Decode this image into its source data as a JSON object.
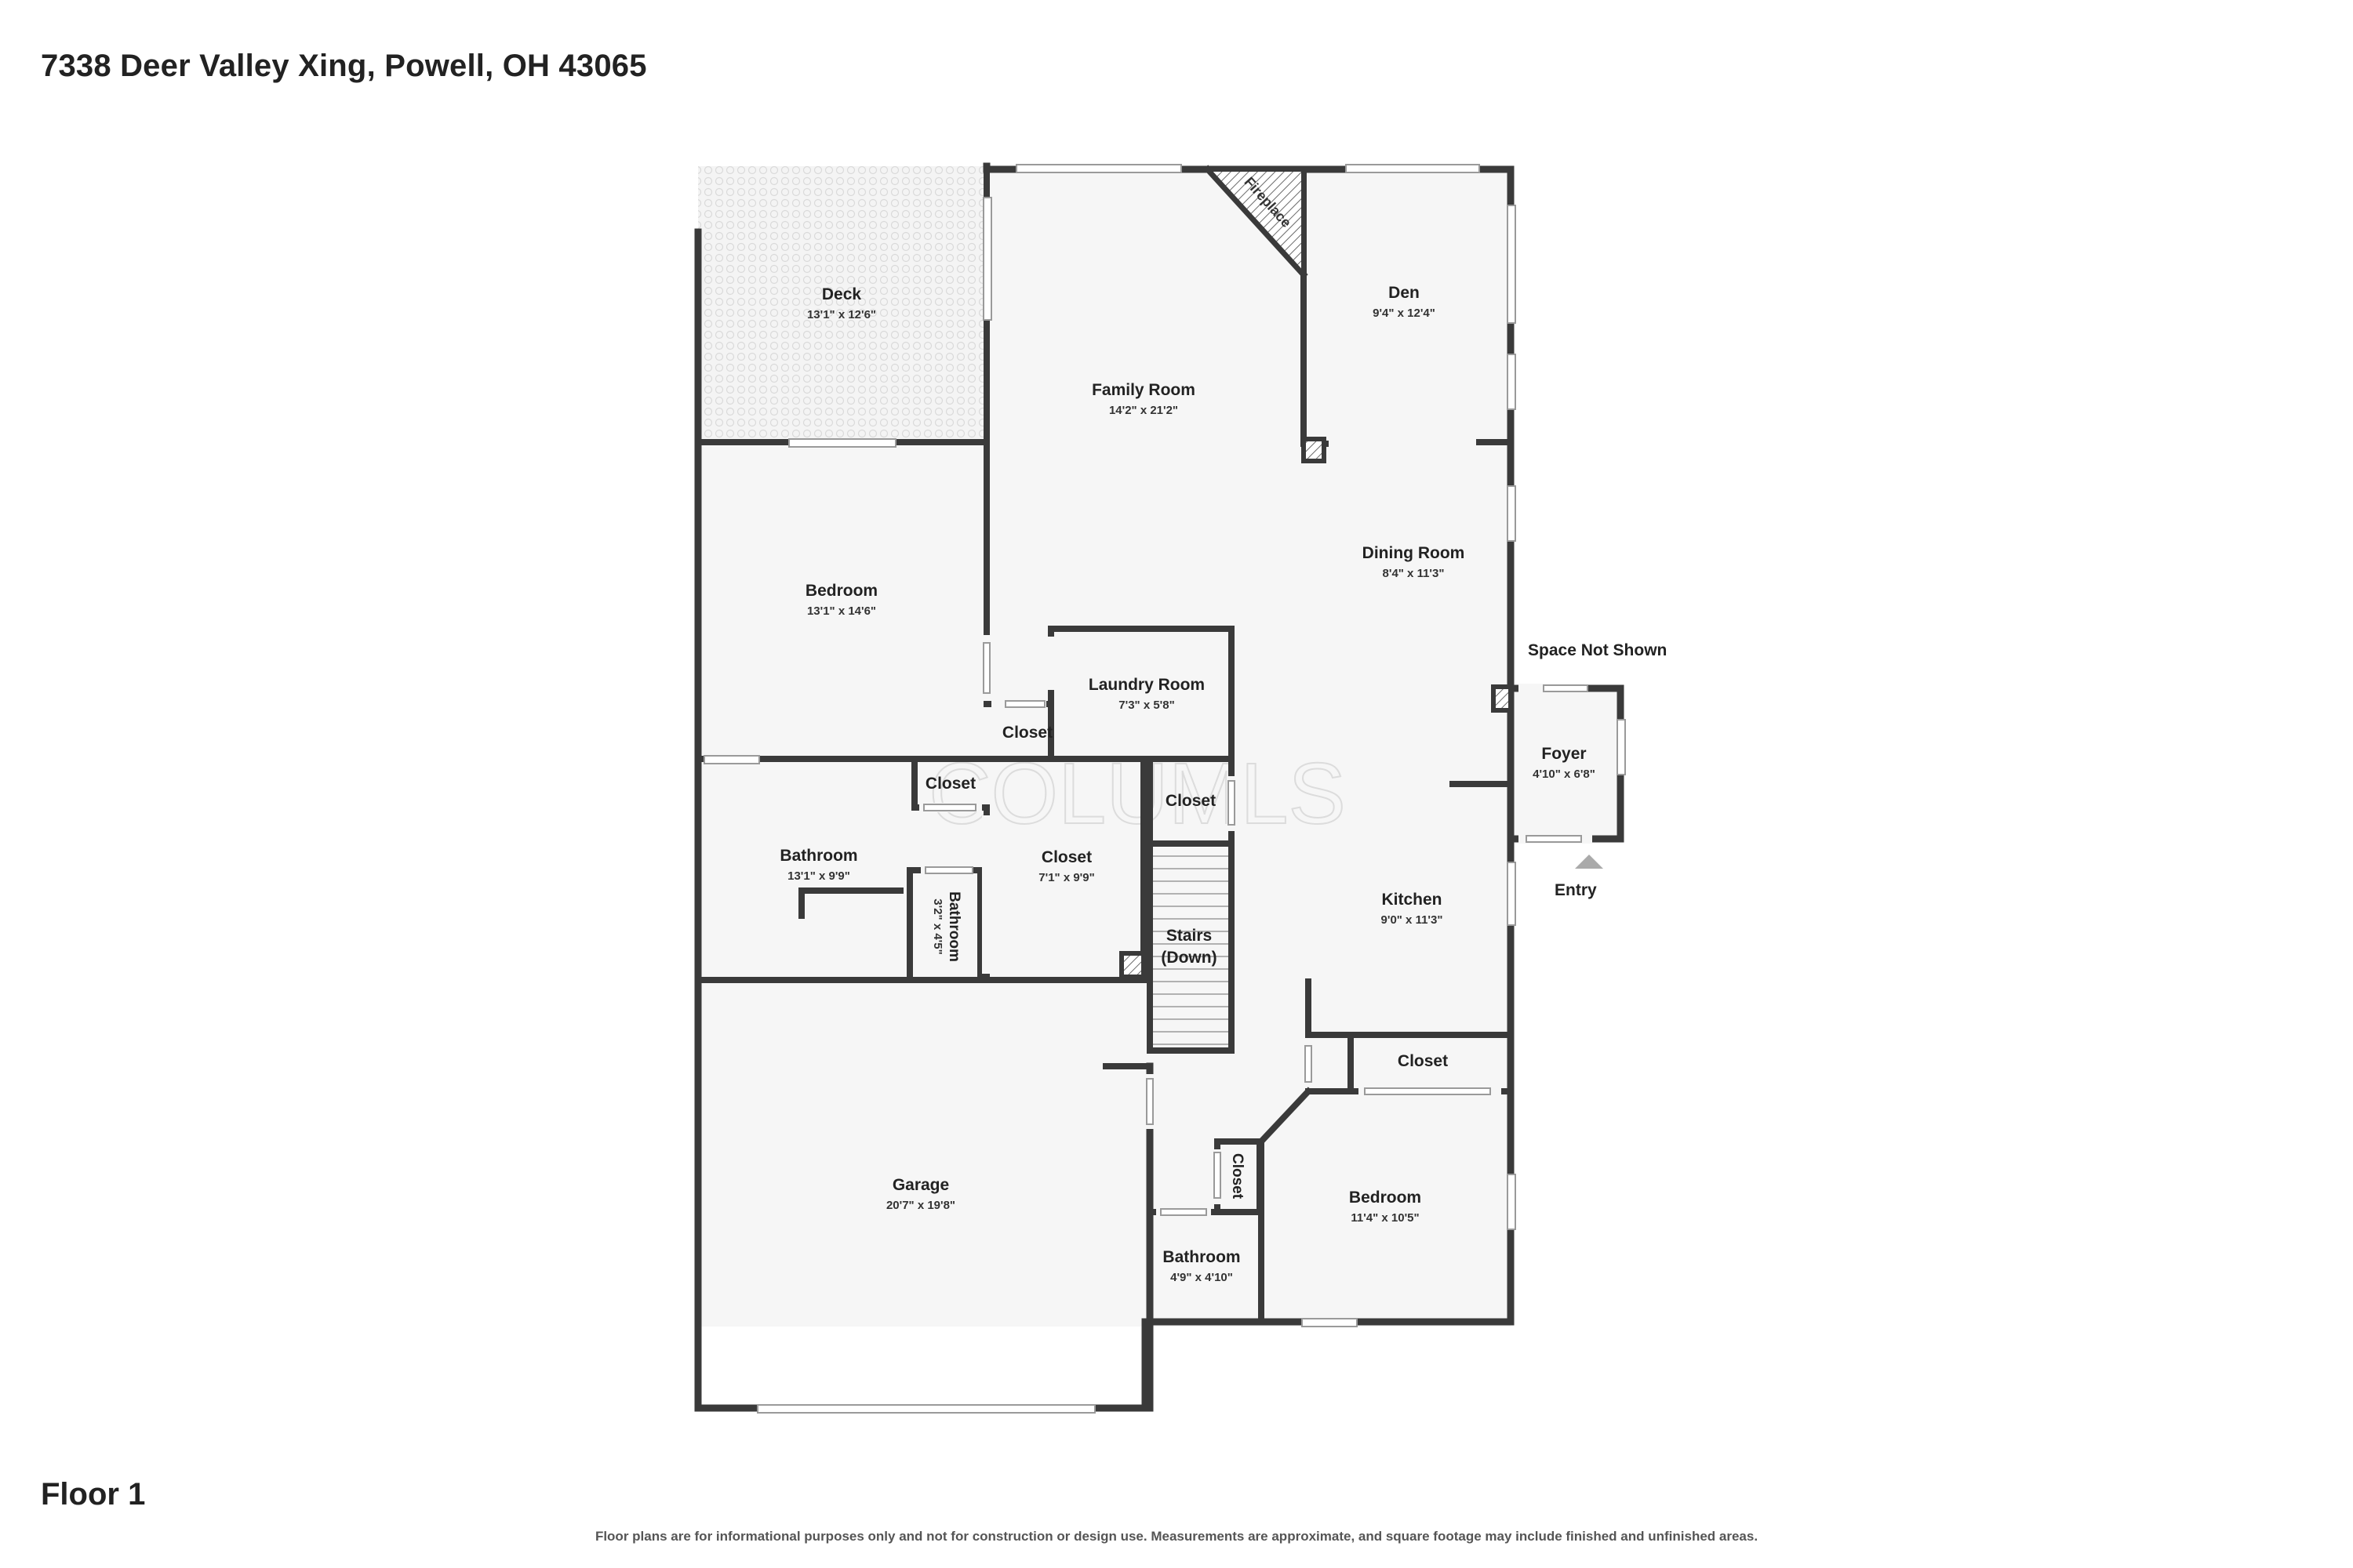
{
  "header": {
    "address": "7338 Deer Valley Xing, Powell, OH 43065"
  },
  "footer": {
    "floor": "Floor 1",
    "disclaimer": "Floor plans are for informational purposes only and not for construction or design use. Measurements are approximate, and square footage may include finished and unfinished areas."
  },
  "watermark": "COLUMLS",
  "rooms": {
    "deck": {
      "name": "Deck",
      "dims": "13'1\" x 12'6\""
    },
    "family_room": {
      "name": "Family Room",
      "dims": "14'2\" x 21'2\""
    },
    "fireplace": {
      "name": "Fireplace"
    },
    "den": {
      "name": "Den",
      "dims": "9'4\" x 12'4\""
    },
    "bedroom_1": {
      "name": "Bedroom",
      "dims": "13'1\" x 14'6\""
    },
    "dining_room": {
      "name": "Dining Room",
      "dims": "8'4\" x 11'3\""
    },
    "laundry_room": {
      "name": "Laundry Room",
      "dims": "7'3\" x 5'8\""
    },
    "closet_laundry": {
      "name": "Closet"
    },
    "closet_bath": {
      "name": "Closet"
    },
    "closet_stairs": {
      "name": "Closet"
    },
    "bathroom_1": {
      "name": "Bathroom",
      "dims": "13'1\" x 9'9\""
    },
    "bathroom_2": {
      "name": "Bathroom",
      "dims": "3'2\" x 4'5\""
    },
    "closet_walkin": {
      "name": "Closet",
      "dims": "7'1\" x 9'9\""
    },
    "stairs": {
      "name": "Stairs",
      "name2": "(Down)"
    },
    "foyer": {
      "name": "Foyer",
      "dims": "4'10\" x 6'8\""
    },
    "kitchen": {
      "name": "Kitchen",
      "dims": "9'0\" x 11'3\""
    },
    "closet_kitchen": {
      "name": "Closet"
    },
    "closet_hall": {
      "name": "Closet"
    },
    "garage": {
      "name": "Garage",
      "dims": "20'7\" x 19'8\""
    },
    "bedroom_2": {
      "name": "Bedroom",
      "dims": "11'4\" x 10'5\""
    },
    "bathroom_3": {
      "name": "Bathroom",
      "dims": "4'9\" x 4'10\""
    }
  },
  "labels": {
    "space_not_shown": "Space Not Shown",
    "entry": "Entry"
  }
}
